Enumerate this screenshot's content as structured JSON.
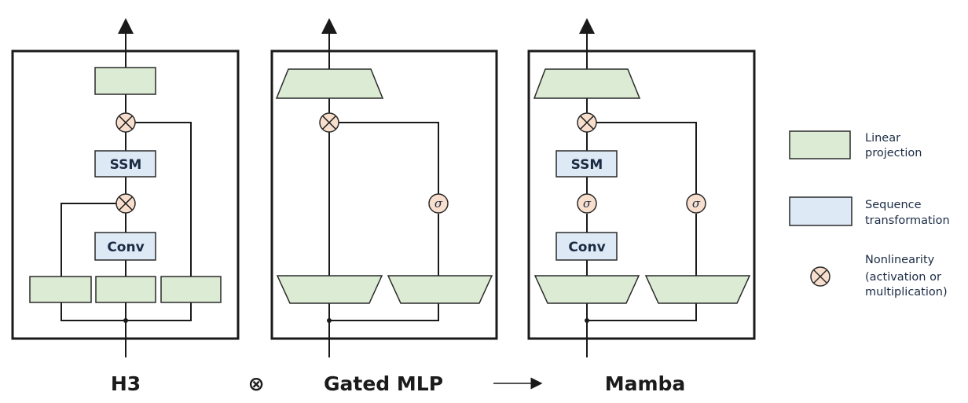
{
  "colors": {
    "linear": "#dcebd3",
    "sequence": "#dde9f5",
    "nonlinearity": "#f8dfcd",
    "stroke": "#1a1a1a"
  },
  "panels": {
    "h3": {
      "title": "H3",
      "ssm_label": "SSM",
      "conv_label": "Conv"
    },
    "gated_mlp": {
      "title": "Gated MLP",
      "sigma_label": "σ"
    },
    "mamba": {
      "title": "Mamba",
      "ssm_label": "SSM",
      "conv_label": "Conv",
      "sigma_label": "σ"
    }
  },
  "operators": {
    "combine": "⊗",
    "arrow": "⟶"
  },
  "legend": {
    "linear": {
      "line1": "Linear",
      "line2": "projection"
    },
    "sequence": {
      "line1": "Sequence",
      "line2": "transformation"
    },
    "nonlinearity": {
      "line1": "Nonlinearity",
      "line2": "(activation or",
      "line3": "multiplication)"
    }
  }
}
